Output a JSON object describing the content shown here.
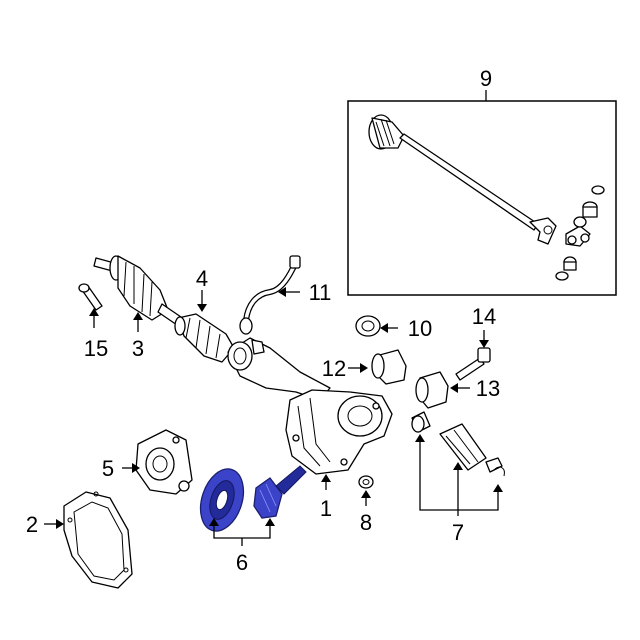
{
  "callouts": {
    "c1": "1",
    "c2": "2",
    "c3": "3",
    "c4": "4",
    "c5": "5",
    "c6": "6",
    "c7": "7",
    "c8": "8",
    "c9": "9",
    "c10": "10",
    "c11": "11",
    "c12": "12",
    "c13": "13",
    "c14": "14",
    "c15": "15"
  },
  "colors": {
    "highlight": "#3b44c8",
    "line": "#000000",
    "background": "#ffffff"
  }
}
